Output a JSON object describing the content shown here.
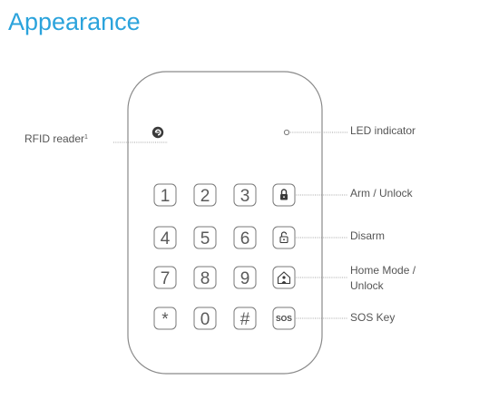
{
  "title": "Appearance",
  "labels": {
    "rfid": "RFID reader",
    "rfid_sup": "1",
    "led": "LED indicator",
    "arm": "Arm / Unlock",
    "disarm": "Disarm",
    "home_line1": "Home Mode /",
    "home_line2": "Unlock",
    "sos": "SOS Key"
  },
  "keys": {
    "k1": "1",
    "k2": "2",
    "k3": "3",
    "k4": "4",
    "k5": "5",
    "k6": "6",
    "k7": "7",
    "k8": "8",
    "k9": "9",
    "kstar": "*",
    "k0": "0",
    "khash": "#",
    "ksos": "SOS"
  },
  "colors": {
    "title": "#2ba3dc",
    "outline": "#8a8a8a",
    "leader": "#888888",
    "text": "#555555"
  },
  "icons": {
    "logo": "etiger-logo-icon",
    "arm": "padlock-closed-icon",
    "disarm": "padlock-open-icon",
    "home": "home-person-icon"
  }
}
